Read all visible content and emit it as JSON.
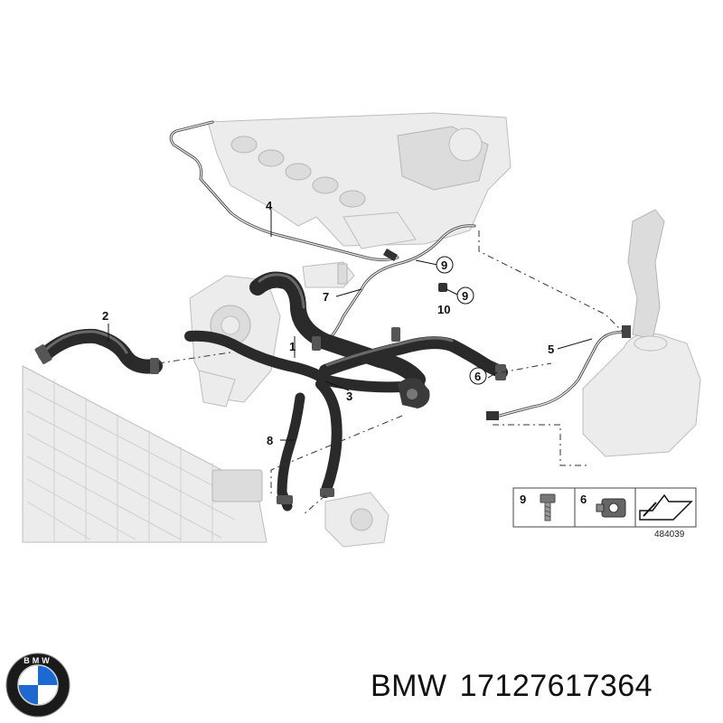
{
  "diagram": {
    "callouts": [
      "1",
      "2",
      "3",
      "4",
      "5",
      "6",
      "7",
      "8",
      "9",
      "9",
      "10"
    ],
    "legend": {
      "items": [
        {
          "number": "9",
          "icon": "bolt-icon"
        },
        {
          "number": "6",
          "icon": "clip-icon"
        }
      ],
      "arrow_icon": "arrow-icon",
      "reference": "484039"
    }
  },
  "brand": {
    "name": "BMW",
    "part_number": "17127617364",
    "logo_letters": "BMW",
    "logo_colors": {
      "ring": "#1a1a1a",
      "blue": "#1c69d4",
      "white": "#ffffff"
    }
  }
}
